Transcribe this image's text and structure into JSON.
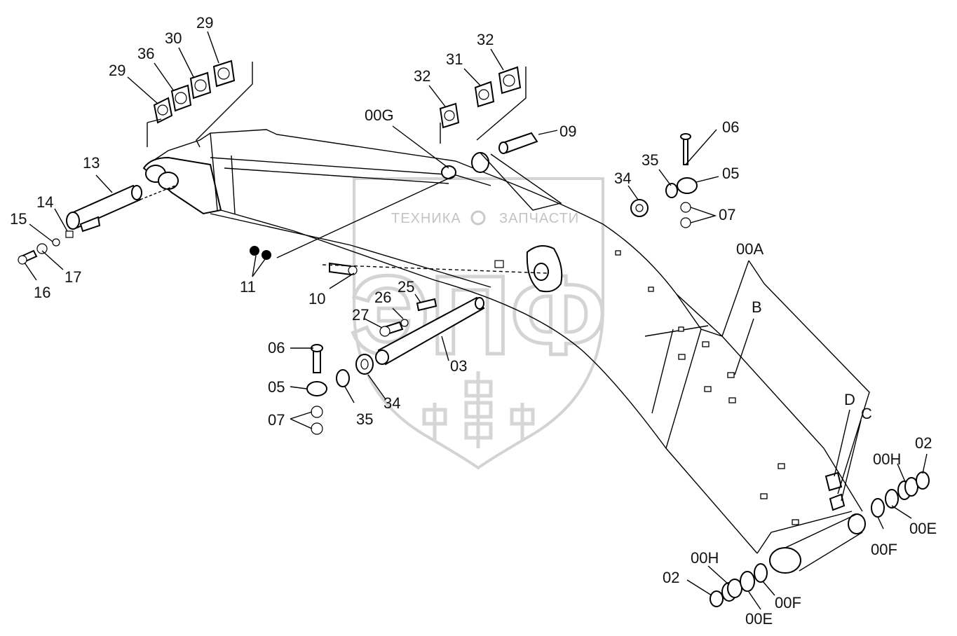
{
  "watermark": {
    "company_left": "ТЕХНИКА",
    "company_right": "ЗАПЧАСТИ",
    "brand_letters": "ЭПФ",
    "color": "#c9c9c9"
  },
  "labels": {
    "l29a": "29",
    "l36": "36",
    "l30": "30",
    "l29b": "29",
    "l32a": "32",
    "l31": "31",
    "l32b": "32",
    "l00G": "00G",
    "l09": "09",
    "l06a": "06",
    "l35a": "35",
    "l05a": "05",
    "l34a": "34",
    "l07a": "07",
    "l13": "13",
    "l14": "14",
    "l15": "15",
    "l17": "17",
    "l16": "16",
    "l11": "11",
    "l10": "10",
    "l25": "25",
    "l26": "26",
    "l27": "27",
    "l03": "03",
    "l06b": "06",
    "l05b": "05",
    "l07b": "07",
    "l35b": "35",
    "l34b": "34",
    "l00A": "00A",
    "lB": "B",
    "lD": "D",
    "lC": "C",
    "l02a": "02",
    "l00Ha": "00H",
    "l00Fa": "00F",
    "l00Ea": "00E",
    "l02b": "02",
    "l00Hb": "00H",
    "l00Eb": "00E",
    "l00Fb": "00F"
  }
}
